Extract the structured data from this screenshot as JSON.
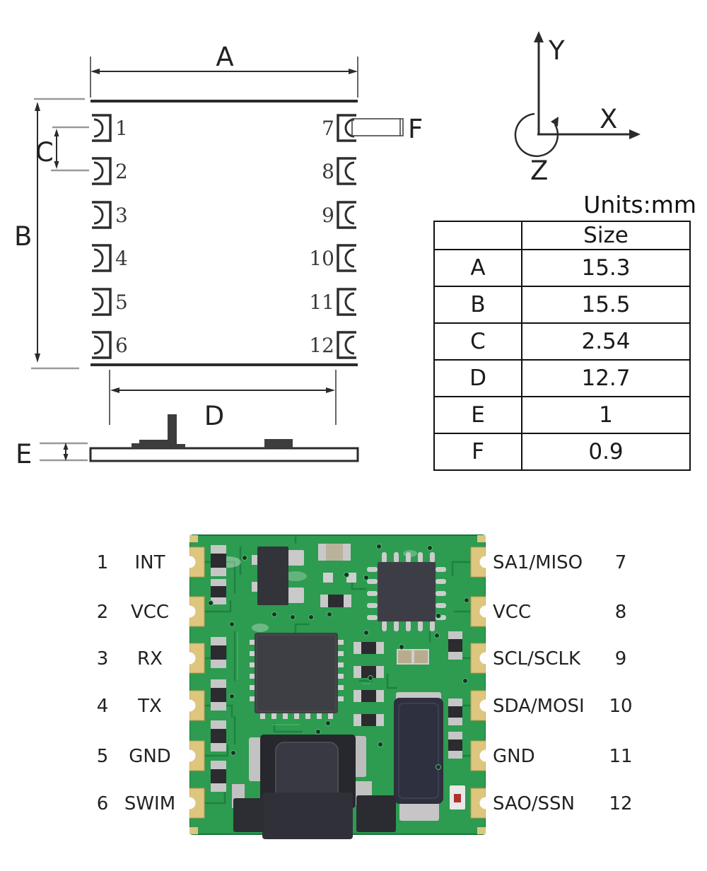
{
  "units_label": "Units:mm",
  "dimension_table": {
    "size_header": "Size",
    "rows": [
      {
        "label": "A",
        "value": "15.3"
      },
      {
        "label": "B",
        "value": "15.5"
      },
      {
        "label": "C",
        "value": "2.54"
      },
      {
        "label": "D",
        "value": "12.7"
      },
      {
        "label": "E",
        "value": "1"
      },
      {
        "label": "F",
        "value": "0.9"
      }
    ]
  },
  "axes_indicator": {
    "x_label": "X",
    "y_label": "Y",
    "z_label": "Z"
  },
  "mech_drawing": {
    "dim_labels": {
      "A": "A",
      "B": "B",
      "C": "C",
      "D": "D",
      "E": "E",
      "F": "F"
    },
    "left_pin_numbers": [
      "1",
      "2",
      "3",
      "4",
      "5",
      "6"
    ],
    "right_pin_numbers": [
      "7",
      "8",
      "9",
      "10",
      "11",
      "12"
    ]
  },
  "pinout": {
    "left": [
      {
        "num": "1",
        "name": "INT"
      },
      {
        "num": "2",
        "name": "VCC"
      },
      {
        "num": "3",
        "name": "RX"
      },
      {
        "num": "4",
        "name": "TX"
      },
      {
        "num": "5",
        "name": "GND"
      },
      {
        "num": "6",
        "name": "SWIM"
      }
    ],
    "right": [
      {
        "name": "SA1/MISO",
        "num": "7"
      },
      {
        "name": "VCC",
        "num": "8"
      },
      {
        "name": "SCL/SCLK",
        "num": "9"
      },
      {
        "name": "SDA/MOSI",
        "num": "10"
      },
      {
        "name": "GND",
        "num": "11"
      },
      {
        "name": "SAO/SSN",
        "num": "12"
      }
    ]
  },
  "colors": {
    "pcb_green": "#2D9B50",
    "trace_green": "#1E7F3E",
    "pad_gold": "#DFC67E",
    "chip_dark": "#3E3F44",
    "line_dark": "#2b2b2b"
  }
}
